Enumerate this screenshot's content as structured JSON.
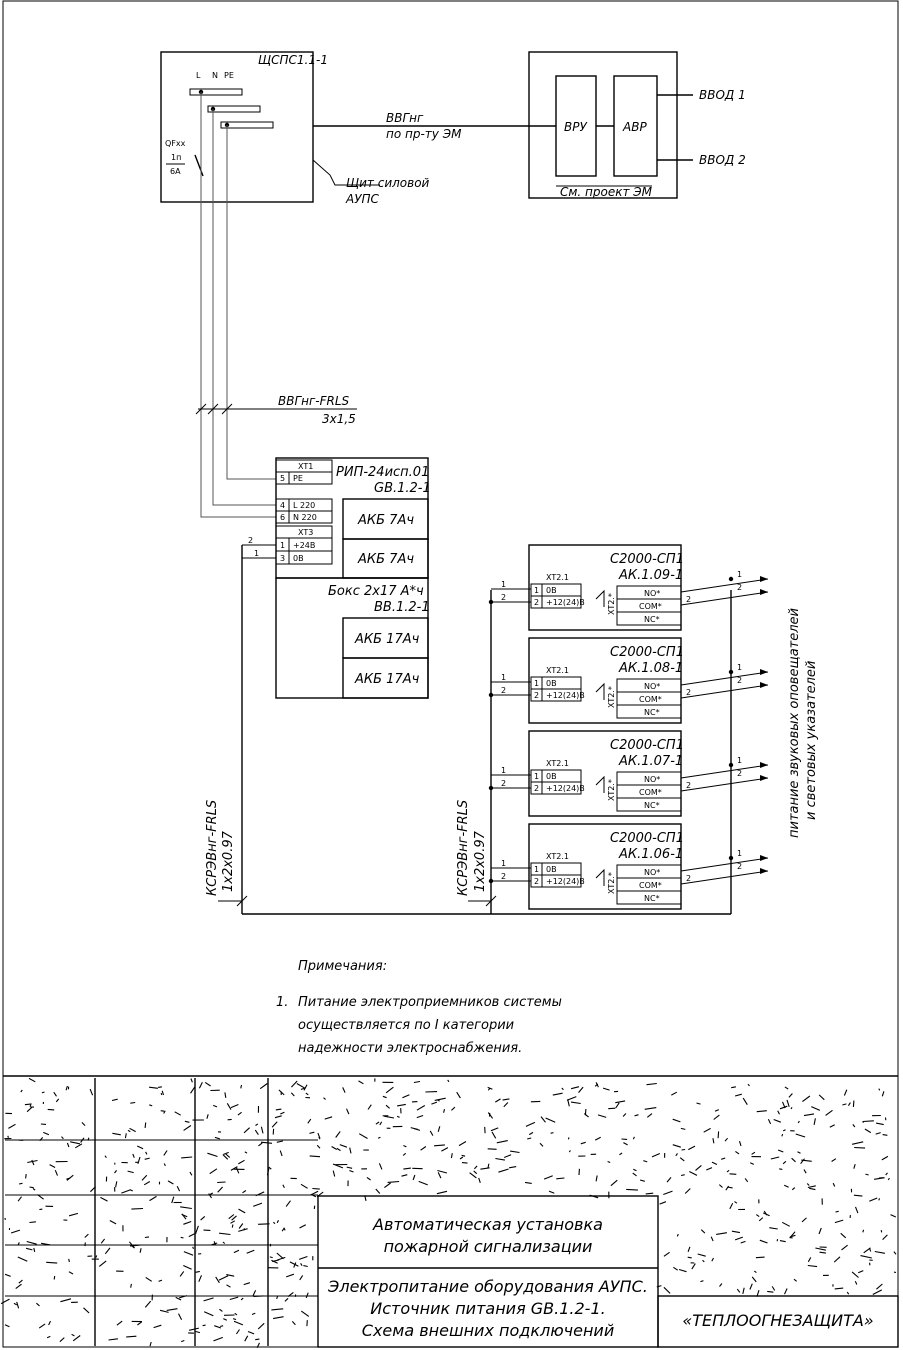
{
  "panel_top": {
    "title": "ЩСПС1.1-1",
    "bus_labels": [
      "L",
      "N",
      "PE"
    ],
    "breaker": {
      "name": "QFxx",
      "poles": "1п",
      "rating": "6А"
    },
    "note_lines": [
      "Щит силовой",
      "АУПС"
    ]
  },
  "feed_cable": {
    "type": "ВВГнг",
    "route": "по пр-ту ЭМ"
  },
  "vru_block": {
    "vru": "ВРУ",
    "avr": "АВР",
    "input1": "ВВОД 1",
    "input2": "ВВОД 2",
    "ref": "См. проект ЭМ"
  },
  "power_cable": {
    "type": "ВВГнг-FRLS",
    "section": "3х1,5"
  },
  "rip": {
    "title": "РИП-24исп.01",
    "code": "GB.1.2-1",
    "xt1": "XT1",
    "xt1_rows": [
      {
        "num": "5",
        "label": "PE"
      }
    ],
    "xt2_rows": [
      {
        "num": "4",
        "label": "L 220"
      },
      {
        "num": "6",
        "label": "N 220"
      }
    ],
    "xt3": "XT3",
    "xt3_rows": [
      {
        "num": "1",
        "label": "+24В"
      },
      {
        "num": "3",
        "label": "0В"
      }
    ],
    "bat1": "АКБ 7Ач",
    "bat2": "АКБ 7Ач",
    "box_title": "Бокс 2х17 А*ч",
    "box_code": "ВВ.1.2-1",
    "bat3": "АКБ 17Ач",
    "bat4": "АКБ 17Ач",
    "wire_nums": [
      "2",
      "1"
    ]
  },
  "left_cable": {
    "type": "КСРЭВнг-FRLS",
    "section": "1х2х0.97"
  },
  "mid_cable": {
    "type": "КСРЭВнг-FRLS",
    "section": "1х2х0.97"
  },
  "modules": [
    {
      "name": "С2000-СП1",
      "code": "АК.1.09-1"
    },
    {
      "name": "С2000-СП1",
      "code": "АК.1.08-1"
    },
    {
      "name": "С2000-СП1",
      "code": "АК.1.07-1"
    },
    {
      "name": "С2000-СП1",
      "code": "АК.1.06-1"
    }
  ],
  "module_common": {
    "xt": "XT2.1",
    "rows": [
      {
        "num": "1",
        "label": "0В"
      },
      {
        "num": "2",
        "label": "+12(24)В"
      }
    ],
    "relay": "XT2.*",
    "contacts": [
      "NO*",
      "COM*",
      "NC*"
    ],
    "in_wires": [
      "1",
      "2"
    ],
    "out_wires": [
      "1",
      "2"
    ],
    "com_wire": "2"
  },
  "side_note": [
    "питание звуковых оповещателей",
    "и световых указателей"
  ],
  "notes": {
    "heading": "Примечания:",
    "num": "1.",
    "lines": [
      "Питание электроприемников системы",
      "осуществляется по I категории",
      "надежности электроснабжения."
    ]
  },
  "title_block": {
    "system": [
      "Автоматическая установка",
      "пожарной сигнализации"
    ],
    "sheet": [
      "Электропитание оборудования АУПС.",
      "Источник питания GB.1.2-1.",
      "Схема внешних подключений"
    ],
    "org": "«ТЕПЛООГНЕЗАЩИТА»"
  }
}
